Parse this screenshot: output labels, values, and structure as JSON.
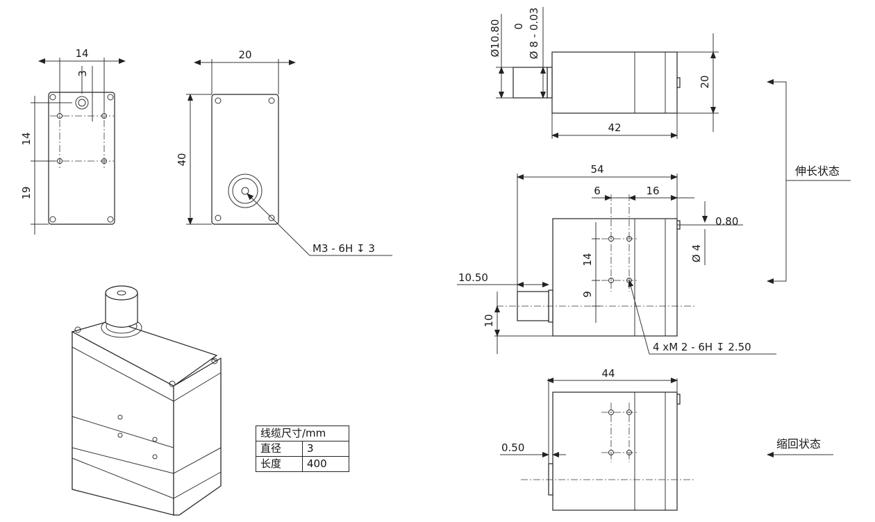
{
  "front_view": {
    "dim_width_top": "14",
    "dim_offset_small": "3",
    "dim_vertical_upper": "14",
    "dim_vertical_lower": "19"
  },
  "back_view": {
    "dim_width": "20",
    "dim_height": "40",
    "callout_thread": "M3 - 6H ↧ 3"
  },
  "top_right_view": {
    "dim_shaft_dia": "Ø10.80",
    "dim_tolerance_upper": "0",
    "dim_tolerance_lower": "Ø 8 - 0.03",
    "dim_height": "20",
    "dim_length": "42"
  },
  "extended_view": {
    "dim_total_length": "54",
    "dim_spacing": "6",
    "dim_offset": "16",
    "dim_gap": "0.80",
    "dim_pin_dia": "Ø 4",
    "dim_vertical_upper": "14",
    "dim_vertical_lower": "9",
    "dim_stroke": "10.50",
    "dim_shaft_height": "10",
    "callout_holes": "4 xM 2 - 6H ↧ 2.50",
    "state_label": "伸长状态"
  },
  "retracted_view": {
    "dim_length": "44",
    "dim_gap": "0.50",
    "state_label": "缩回状态"
  },
  "cable_table": {
    "header": "线缆尺寸/mm",
    "rows": [
      {
        "label": "直径",
        "value": "3"
      },
      {
        "label": "长度",
        "value": "400"
      }
    ]
  }
}
